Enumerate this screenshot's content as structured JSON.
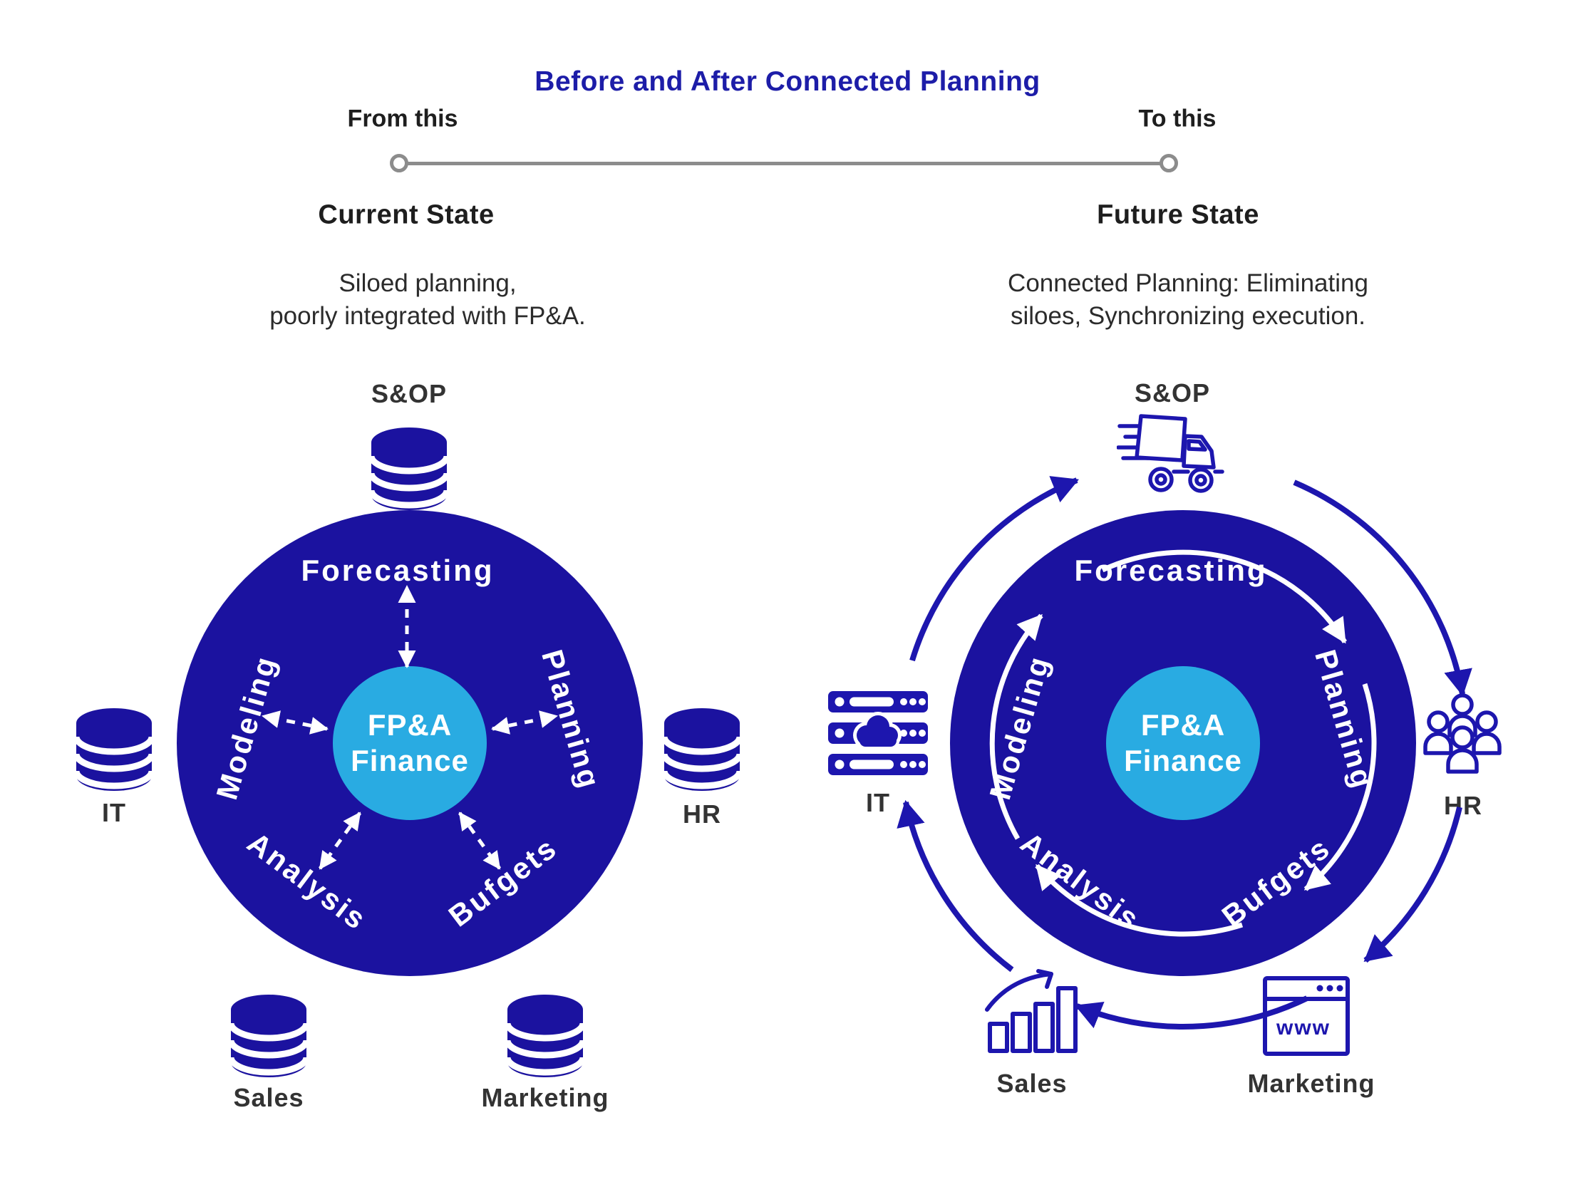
{
  "title": "Before and After Connected Planning",
  "timeline": {
    "from_label": "From this",
    "to_label": "To this"
  },
  "current": {
    "state_label": "Current State",
    "description": [
      "Siloed planning,",
      "poorly integrated with FP&A."
    ],
    "center": [
      "FP&A",
      "Finance"
    ],
    "ring": {
      "top": "Forecasting",
      "right": "Planning",
      "left": "Modeling",
      "bottom_left": "Analysis",
      "bottom_right": "Bufgets"
    },
    "nodes": {
      "top": "S&OP",
      "left": "IT",
      "right": "HR",
      "bottom_left": "Sales",
      "bottom_right": "Marketing"
    },
    "node_icon": "database-icon"
  },
  "future": {
    "state_label": "Future State",
    "description": [
      "Connected Planning: Eliminating",
      "siloes, Synchronizing execution."
    ],
    "center": [
      "FP&A",
      "Finance"
    ],
    "ring": {
      "top": "Forecasting",
      "right": "Planning",
      "left": "Modeling",
      "bottom_left": "Analysis",
      "bottom_right": "Bufgets"
    },
    "nodes": {
      "top": "S&OP",
      "left": "IT",
      "right": "HR",
      "bottom_left": "Sales",
      "bottom_right": "Marketing"
    },
    "browser_text": "www",
    "node_icons": {
      "top": "truck-icon",
      "left": "server-cloud-icon",
      "right": "people-icon",
      "bottom_left": "bar-chart-growth-icon",
      "bottom_right": "browser-www-icon"
    }
  },
  "colors": {
    "navy_circle": "#1b129f",
    "icon_blue": "#1d16ae",
    "light_blue": "#29abe2",
    "title_blue": "#1d1da8",
    "text_dark": "#2b2b2b",
    "node_label_gray": "#333333",
    "timeline_gray": "#8c8c8c",
    "white": "#ffffff"
  }
}
